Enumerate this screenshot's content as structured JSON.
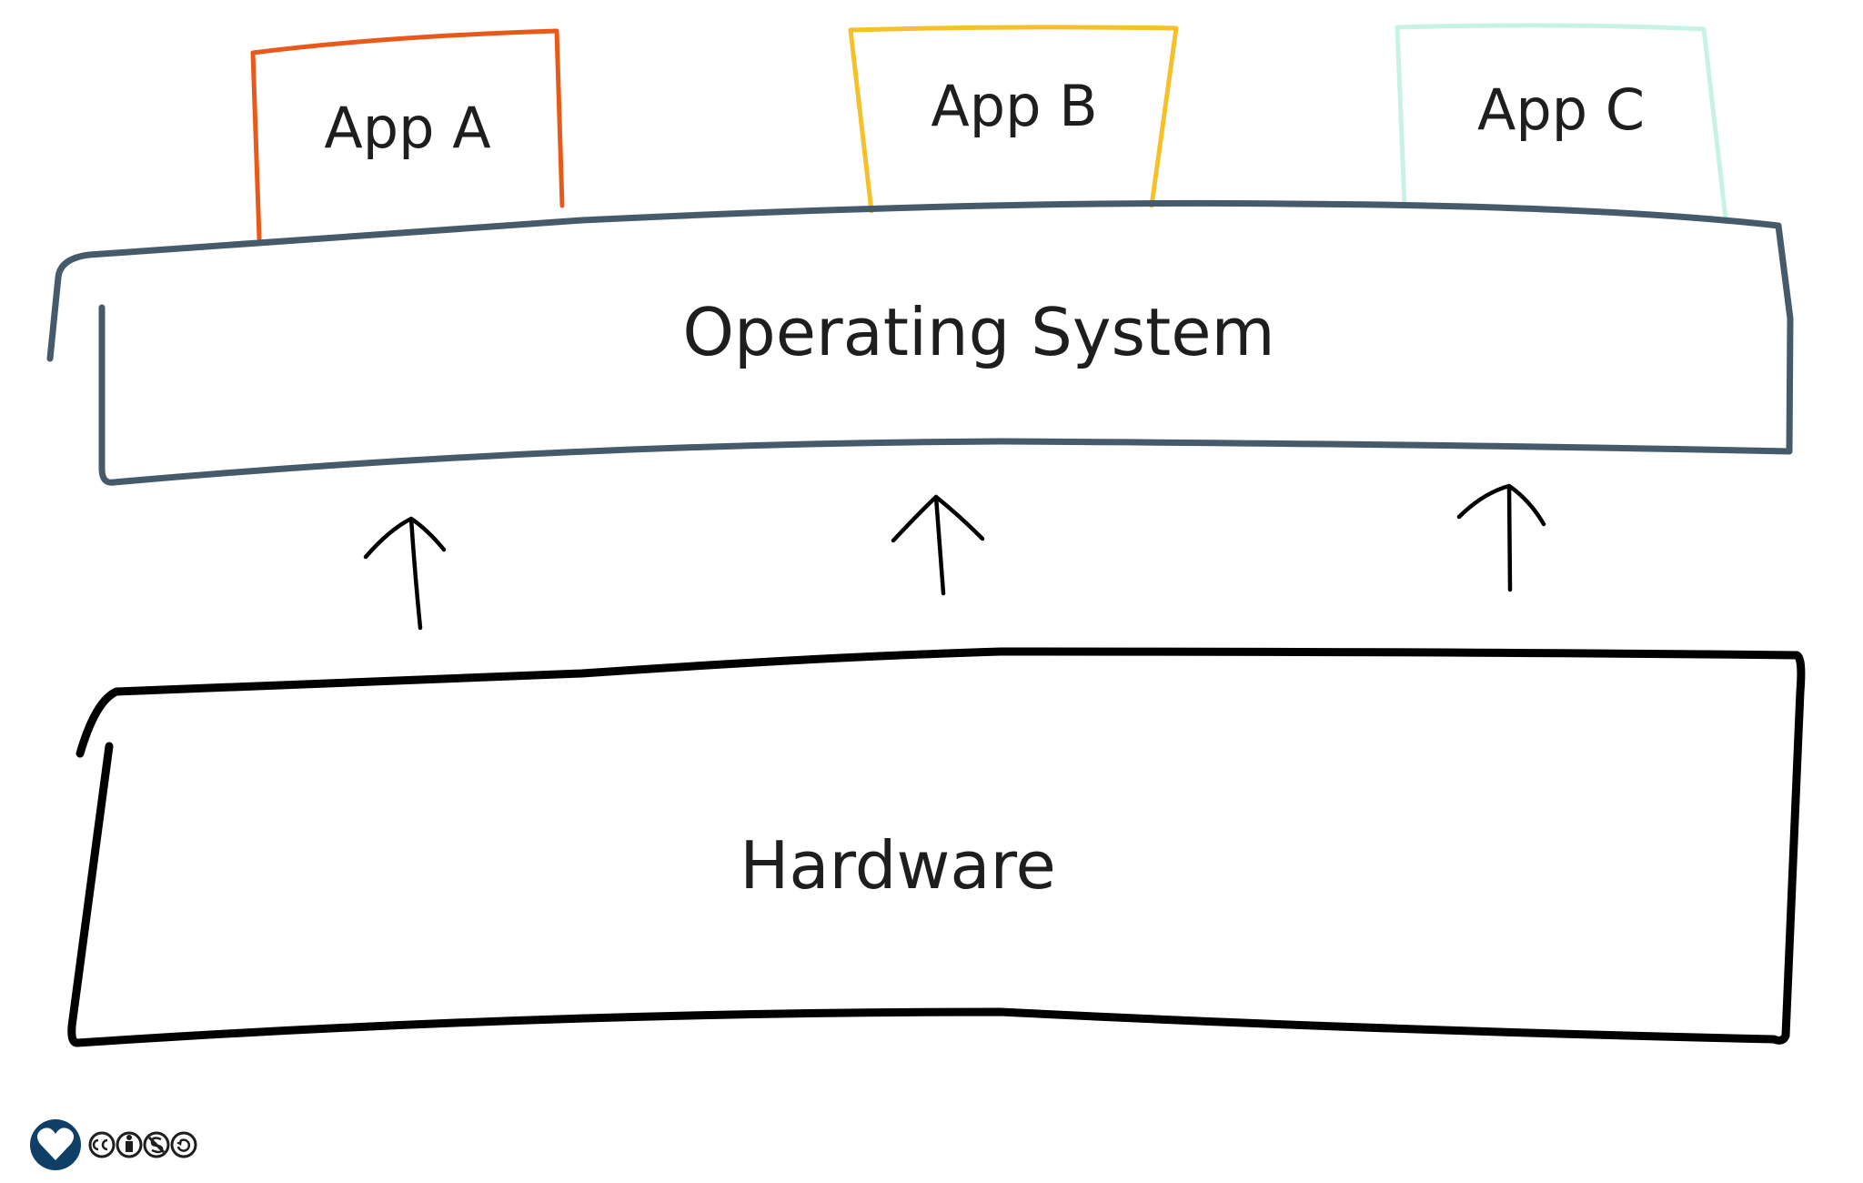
{
  "diagram": {
    "apps": [
      {
        "label": "App A",
        "color": "#e8591a"
      },
      {
        "label": "App B",
        "color": "#f5c02a"
      },
      {
        "label": "App C",
        "color": "#c8f2e2"
      }
    ],
    "os": {
      "label": "Operating System",
      "color": "#455a6b"
    },
    "hardware": {
      "label": "Hardware",
      "color": "#000000"
    },
    "arrow_color": "#000000"
  },
  "footer": {
    "logo_icon": "heart-logo-icon",
    "license_icons": [
      "cc-icon",
      "by-icon",
      "nc-icon",
      "sa-icon"
    ]
  }
}
